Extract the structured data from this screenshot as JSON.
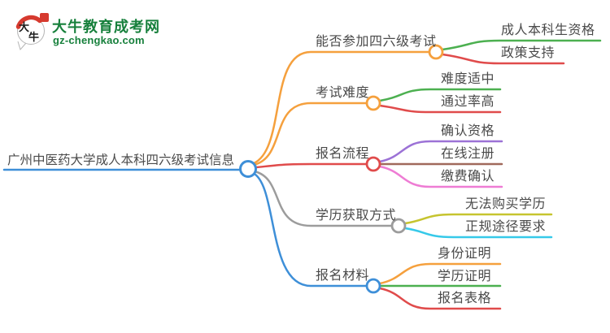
{
  "logo": {
    "mark_char1": "大",
    "mark_char2": "牛",
    "title": "大牛教育成考网",
    "subtitle": "gz-chengkao.com"
  },
  "palette": {
    "blue": "#3E8FD8",
    "orange": "#F5A03D",
    "green": "#4CB050",
    "red": "#E04B4B",
    "purple": "#9C72D6",
    "brown": "#A0695B",
    "pink": "#EE7CD4",
    "gray": "#9C9C9C",
    "olive": "#C6C42F",
    "cyan": "#36C9E9",
    "logo_green": "#17803C",
    "logo_red": "#D63A2F",
    "text": "#4A4A4A"
  },
  "mindmap": {
    "root": {
      "label": "广州中医药大学成人本科四六级考试信息"
    },
    "branches": [
      {
        "label": "能否参加四六级考试",
        "color": "#F5A03D",
        "children": [
          {
            "label": "成人本科生资格",
            "color": "#4CB050"
          },
          {
            "label": "政策支持",
            "color": "#E04B4B"
          }
        ]
      },
      {
        "label": "考试难度",
        "color": "#F5A03D",
        "children": [
          {
            "label": "难度适中",
            "color": "#4CB050"
          },
          {
            "label": "通过率高",
            "color": "#E04B4B"
          }
        ]
      },
      {
        "label": "报名流程",
        "color": "#E04B4B",
        "children": [
          {
            "label": "确认资格",
            "color": "#9C72D6"
          },
          {
            "label": "在线注册",
            "color": "#A0695B"
          },
          {
            "label": "缴费确认",
            "color": "#EE7CD4"
          }
        ]
      },
      {
        "label": "学历获取方式",
        "color": "#9C9C9C",
        "children": [
          {
            "label": "无法购买学历",
            "color": "#C6C42F"
          },
          {
            "label": "正规途径要求",
            "color": "#36C9E9"
          }
        ]
      },
      {
        "label": "报名材料",
        "color": "#3E8FD8",
        "children": [
          {
            "label": "身份证明",
            "color": "#F5A03D"
          },
          {
            "label": "学历证明",
            "color": "#4CB050"
          },
          {
            "label": "报名表格",
            "color": "#E04B4B"
          }
        ]
      }
    ]
  }
}
